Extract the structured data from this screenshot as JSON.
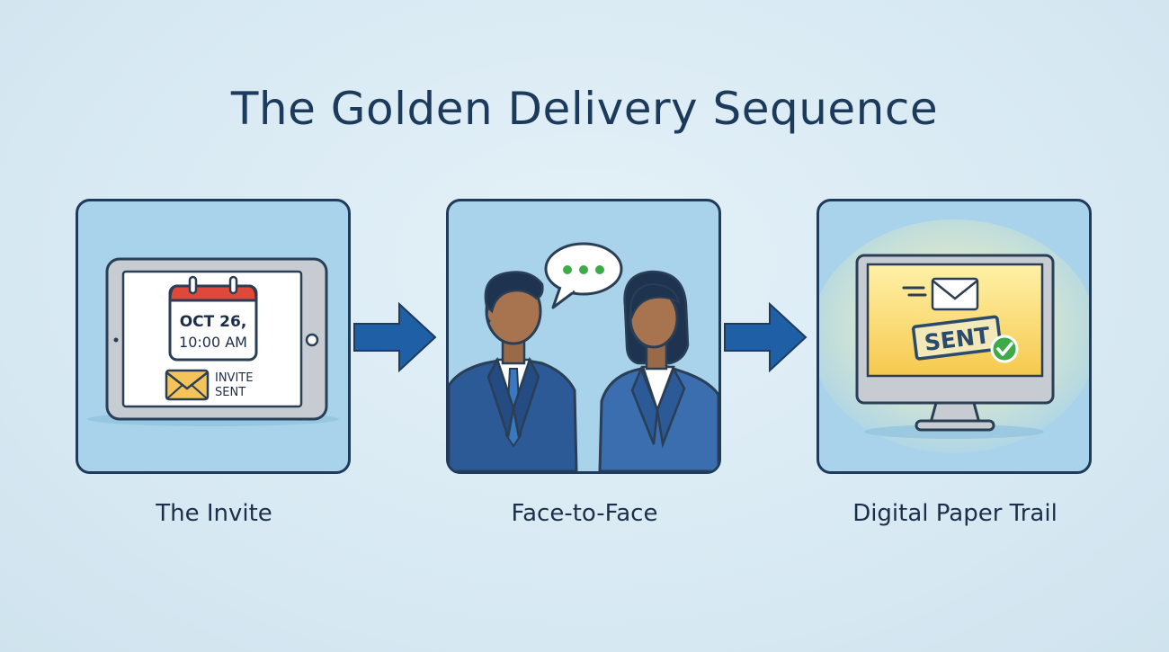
{
  "title": "The Golden Delivery Sequence",
  "steps": [
    {
      "label": "The Invite",
      "calendar_date": "OCT 26,",
      "calendar_time": "10:00 AM",
      "status_line1": "INVITE",
      "status_line2": "SENT"
    },
    {
      "label": "Face-to-Face"
    },
    {
      "label": "Digital Paper Trail",
      "stamp": "SENT"
    }
  ],
  "icons": [
    "tablet-icon",
    "calendar-icon",
    "envelope-icon",
    "speech-bubble-icon",
    "businessman-icon",
    "businesswoman-icon",
    "monitor-icon",
    "checkmark-icon",
    "arrow-right-icon"
  ],
  "colors": {
    "background": "#dcecf5",
    "panel": "#a9d3ea",
    "outline": "#1e3a5c",
    "arrow": "#1f5fa6",
    "title": "#1b3a5c",
    "calendar_red": "#e0483c",
    "envelope_yellow": "#f4c45a",
    "check_green": "#3dab4a",
    "suit_blue": "#2c5a96"
  }
}
